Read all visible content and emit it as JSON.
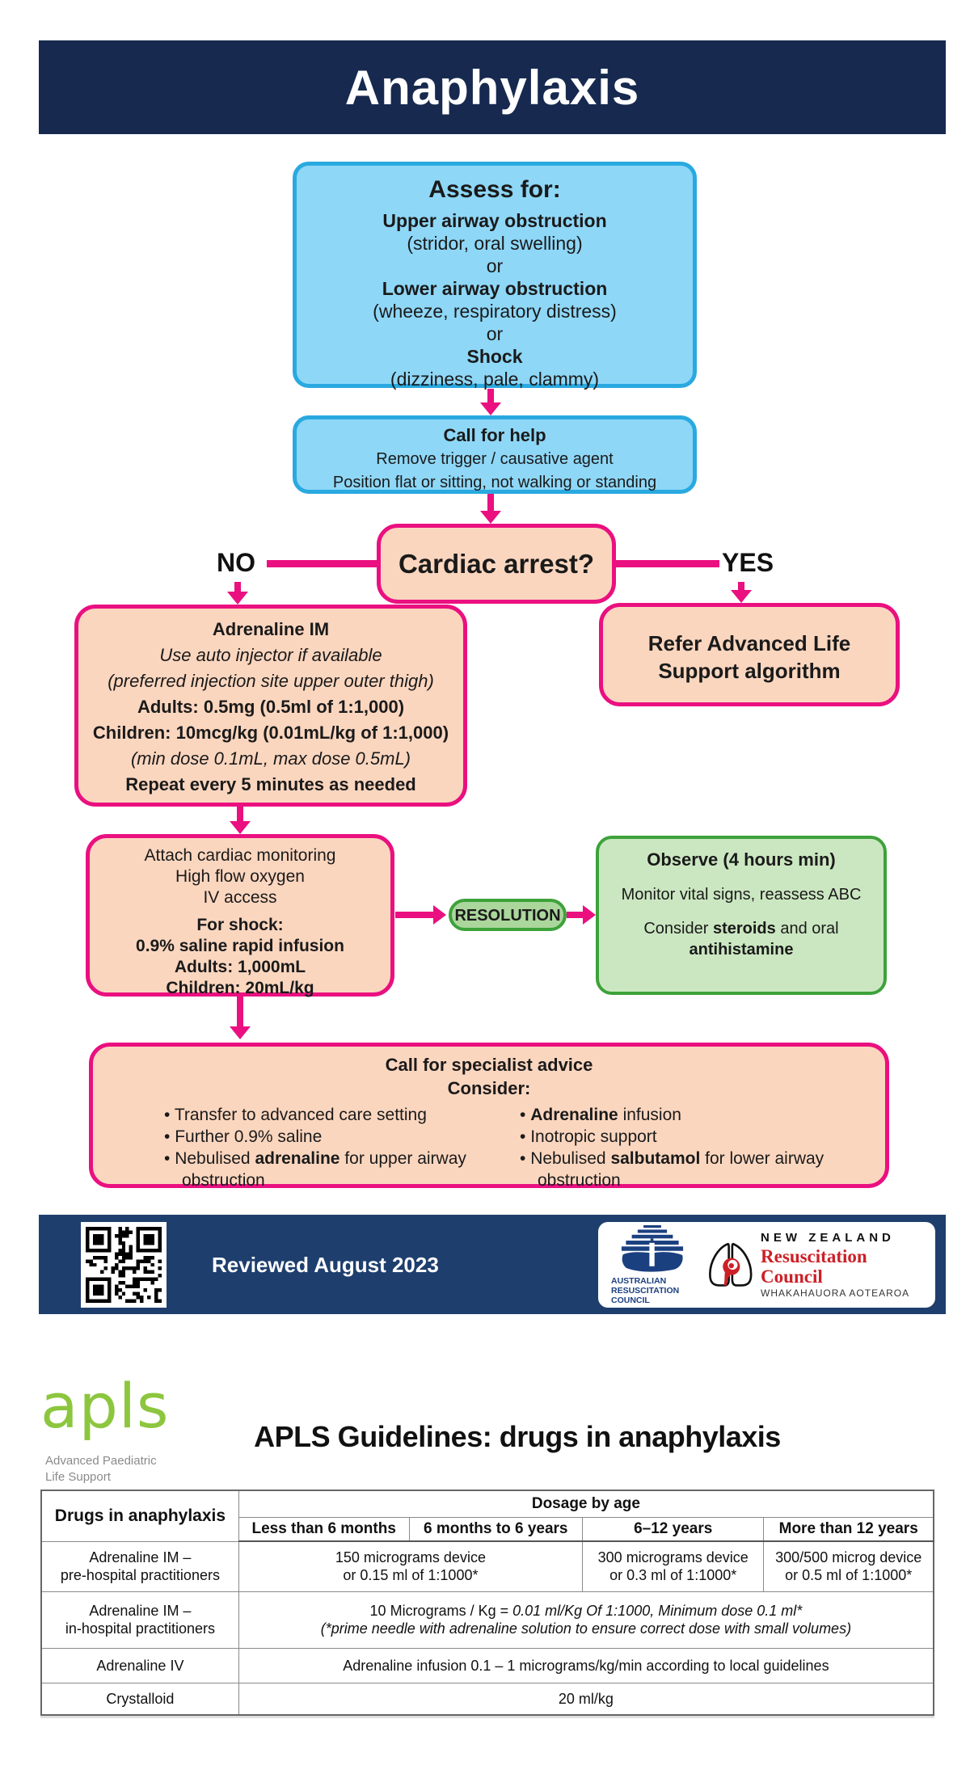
{
  "title": "Anaphylaxis",
  "colors": {
    "banner_navy": "#17294f",
    "footer_navy": "#1e3f6e",
    "magenta": "#ea1080",
    "sky_fill": "#8ed7f7",
    "sky_border": "#29a9e0",
    "peach_fill": "#fbd6bf",
    "resolution_fill": "#abd69c",
    "observe_fill": "#cbe7c1",
    "green_border": "#3da23a",
    "apls_green": "#8cc63e",
    "nzrc_red": "#cc2027"
  },
  "flowchart": {
    "assess": {
      "heading": "Assess for:",
      "lines": [
        "Upper airway obstruction",
        "(stridor, oral swelling)",
        "or",
        "Lower airway obstruction",
        "(wheeze, respiratory distress)",
        "or",
        "Shock",
        "(dizziness, pale, clammy)"
      ]
    },
    "call_help": {
      "lines": [
        "Call for help",
        "Remove trigger / causative agent",
        "Position flat or sitting, not walking or standing"
      ]
    },
    "cardiac": {
      "question": "Cardiac arrest?",
      "no": "NO",
      "yes": "YES"
    },
    "adrenaline_im": {
      "lines": [
        "Adrenaline IM",
        "Use auto injector if available",
        "(preferred injection site upper outer thigh)",
        "Adults: 0.5mg (0.5ml of 1:1,000)",
        "Children: 10mcg/kg (0.01mL/kg of 1:1,000)",
        "(min dose 0.1mL, max dose 0.5mL)",
        "Repeat every 5 minutes as needed"
      ]
    },
    "refer_als": {
      "line1": "Refer Advanced Life",
      "line2": "Support algorithm"
    },
    "monitoring": {
      "lines": [
        "Attach cardiac monitoring",
        "High flow oxygen",
        "IV access",
        "For shock:",
        "0.9% saline rapid infusion",
        "Adults: 1,000mL",
        "Children: 20mL/kg"
      ]
    },
    "resolution": {
      "label": "RESOLUTION"
    },
    "observe": {
      "heading": "Observe (4 hours min)",
      "line1": "Monitor vital signs, reassess ABC",
      "consider": {
        "pre": "Consider ",
        "b1": "steroids",
        "mid": " and oral ",
        "b2": "antihistamine"
      }
    },
    "specialist": {
      "heading": "Call for specialist advice",
      "subheading": "Consider:",
      "bullet": "•",
      "left": [
        {
          "pre": "Transfer to advanced care setting",
          "strong": "",
          "post": ""
        },
        {
          "pre": "Further 0.9% saline",
          "strong": "",
          "post": ""
        },
        {
          "pre": "Nebulised ",
          "strong": "adrenaline",
          "post": " for upper airway obstruction"
        }
      ],
      "right": [
        {
          "pre": "",
          "strong": "Adrenaline",
          "post": " infusion"
        },
        {
          "pre": "Inotropic support",
          "strong": "",
          "post": ""
        },
        {
          "pre": "Nebulised ",
          "strong": "salbutamol",
          "post": " for lower airway obstruction"
        }
      ]
    }
  },
  "footer": {
    "reviewed": "Reviewed August 2023",
    "arc_logo": {
      "line1": "AUSTRALIAN",
      "line2": "RESUSCITATION",
      "line3": "COUNCIL"
    },
    "nzrc_logo": {
      "line1": "NEW ZEALAND",
      "line2": "Resuscitation Council",
      "line3": "WHAKAHAUORA AOTEAROA"
    }
  },
  "apls": {
    "logo_text": "apls",
    "tagline1": "Advanced Paediatric",
    "tagline2": "Life Support",
    "section_title": "APLS Guidelines: drugs in anaphylaxis"
  },
  "table": {
    "corner": "Drugs in anaphylaxis",
    "dosage_header": "Dosage by age",
    "ages": [
      "Less than 6 months",
      "6 months to 6 years",
      "6–12 years",
      "More than 12 years"
    ],
    "row1": {
      "drug1": "Adrenaline IM –",
      "drug2": "pre-hospital practitioners",
      "a1": "150 micrograms device",
      "a2": "or 0.15 ml of 1:1000*",
      "b1": "300 micrograms device",
      "b2": "or 0.3 ml of 1:1000*",
      "c1": "300/500 microg device",
      "c2": "or 0.5 ml of 1:1000*"
    },
    "row2": {
      "drug1": "Adrenaline IM –",
      "drug2": "in-hospital practitioners",
      "pre": "10 Micrograms / Kg = ",
      "italic": "0.01 ml/Kg Of 1:1000, Minimum dose 0.1 ml*",
      "line2": "(*prime needle with adrenaline solution to ensure correct dose with small volumes)"
    },
    "row3": {
      "drug": "Adrenaline IV",
      "cell": "Adrenaline infusion 0.1 – 1 micrograms/kg/min according to local guidelines"
    },
    "row4": {
      "drug": "Crystalloid",
      "cell": "20 ml/kg"
    }
  }
}
